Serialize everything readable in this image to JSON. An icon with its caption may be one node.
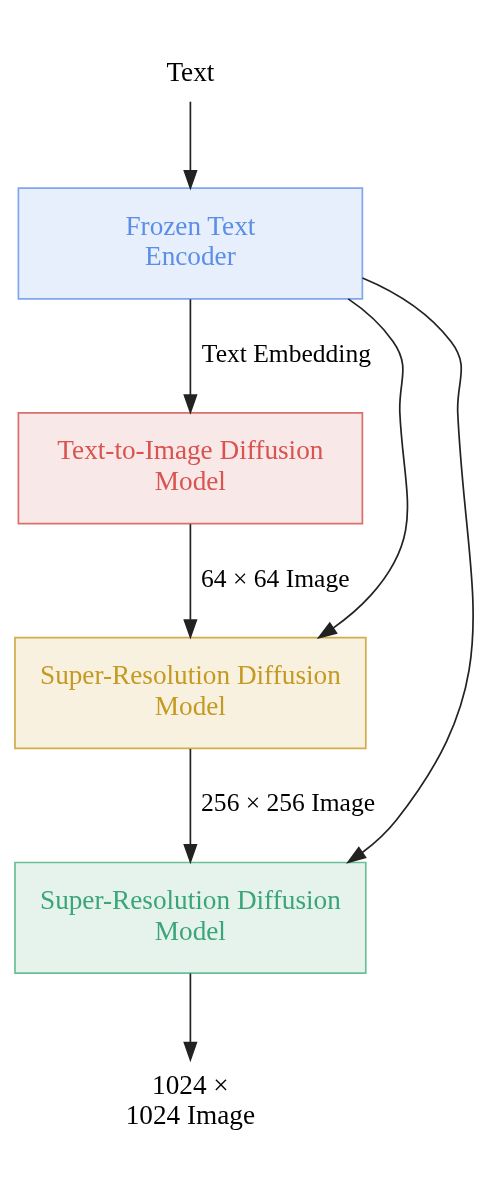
{
  "diagram": {
    "nodes": [
      {
        "text": [
          "Text"
        ]
      },
      {
        "text": [
          "Frozen Text Encoder"
        ]
      },
      {
        "text": [
          "Text-to-Image Diffusion Model"
        ]
      },
      {
        "text": [
          "Super-Resolution Diffusion Model"
        ]
      },
      {
        "text": [
          "Super-Resolution Diffusion Model"
        ]
      },
      {
        "text": [
          "1024 × 1024 Image"
        ]
      }
    ],
    "edges": [
      {
        "from": 0,
        "to": 1,
        "arrow": "to"
      },
      {
        "from": 1,
        "to": 2,
        "arrow": "to",
        "label": "Text Embedding"
      },
      {
        "from": 1,
        "to": 3,
        "arrow": "to"
      },
      {
        "from": 1,
        "to": 4,
        "arrow": "to"
      },
      {
        "from": 2,
        "to": 3,
        "arrow": "to",
        "label": "64 × 64 Image"
      },
      {
        "from": 3,
        "to": 4,
        "arrow": "to",
        "label": "256 × 256 Image"
      },
      {
        "from": 4,
        "to": 5,
        "arrow": "to"
      }
    ]
  }
}
